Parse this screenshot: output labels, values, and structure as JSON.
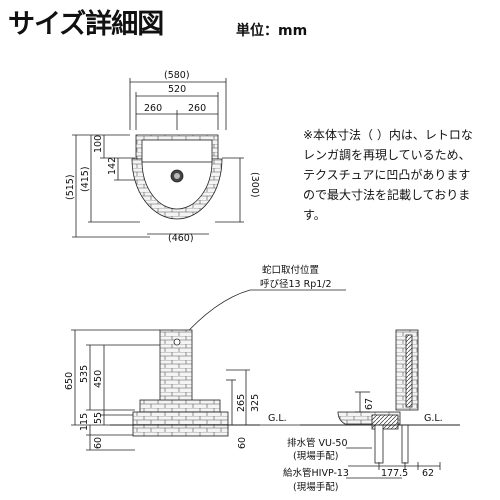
{
  "title": "サイズ詳細図",
  "unit": "単位：mm",
  "note": "※本体寸法（ ）内は、レトロなレンガ調を再現しているため、テクスチュアに凹凸がありますので最大寸法を記載しております。",
  "top_view": {
    "width_overall": "(580)",
    "width_body": "520",
    "half_left": "260",
    "half_right": "260",
    "depth_overall": "(515)",
    "depth_body": "(415)",
    "depth_back": "100",
    "depth_inner": "142",
    "depth_basin": "(300)",
    "width_bottom": "(460)"
  },
  "faucet_label": {
    "line1": "蛇口取付位置",
    "line2": "呼び径13 Rp1/2"
  },
  "front_view": {
    "height_total": "650",
    "height_upper": "535",
    "height_post": "450",
    "height_base": "55",
    "height_floor": "115",
    "height_below": "60",
    "height_pipe": "265",
    "height_pipe2": "325",
    "gl_label": "G.L."
  },
  "side_view": {
    "dim_67": "67",
    "gl_label": "G.L.",
    "drain_label": "排水管 VU-50",
    "drain_note": "(現場手配)",
    "supply_label": "給水管HIVP-13",
    "supply_note": "(現場手配)",
    "dim_177": "177.5",
    "dim_62": "62",
    "dim_60": "60"
  }
}
